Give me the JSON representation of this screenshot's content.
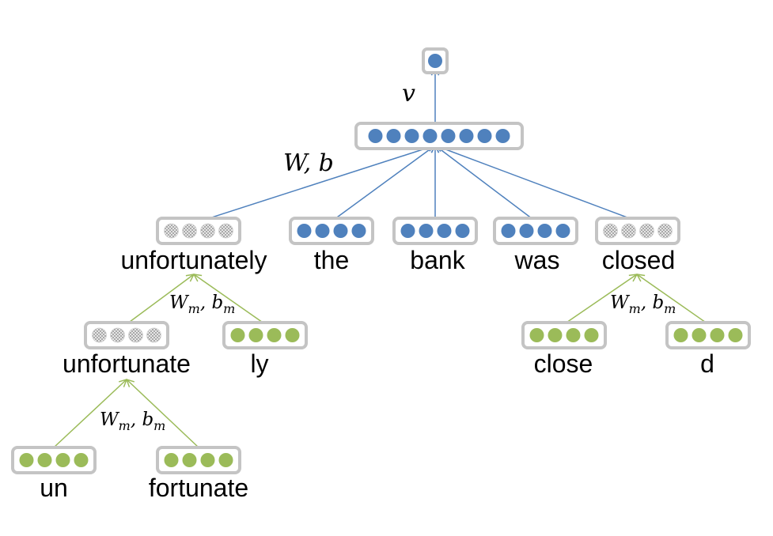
{
  "colors": {
    "blue_dot": "#4f81bd",
    "green_dot": "#9bbb59",
    "gray_dot": "#c8c8c8",
    "box_border": "#c4c4c4",
    "blue_edge": "#4f81bd",
    "green_edge": "#9bbb59"
  },
  "labels": {
    "v": "v",
    "W": "W",
    "comma_b": ", b",
    "Wm": "W",
    "m": "m",
    "comma": ", ",
    "b": "b"
  },
  "nodes": {
    "output": {
      "dots": 1,
      "style": "blue"
    },
    "sentence": {
      "dots": 8,
      "style": "blue"
    },
    "unfortunately": {
      "word": "unfortunately",
      "dots": 4,
      "style": "gray"
    },
    "the": {
      "word": "the",
      "dots": 4,
      "style": "blue"
    },
    "bank": {
      "word": "bank",
      "dots": 4,
      "style": "blue"
    },
    "was": {
      "word": "was",
      "dots": 4,
      "style": "blue"
    },
    "closed": {
      "word": "closed",
      "dots": 4,
      "style": "gray"
    },
    "unfortunate": {
      "word": "unfortunate",
      "dots": 4,
      "style": "gray"
    },
    "ly": {
      "word": "ly",
      "dots": 4,
      "style": "green"
    },
    "close": {
      "word": "close",
      "dots": 4,
      "style": "green"
    },
    "d": {
      "word": "d",
      "dots": 4,
      "style": "green"
    },
    "un": {
      "word": "un",
      "dots": 4,
      "style": "green"
    },
    "fortunate": {
      "word": "fortunate",
      "dots": 4,
      "style": "green"
    }
  }
}
